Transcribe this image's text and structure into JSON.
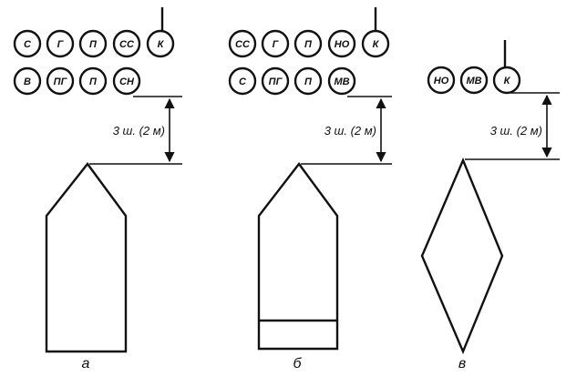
{
  "panels": [
    {
      "caption": "а",
      "circles_row1": [
        "С",
        "Г",
        "П",
        "СС",
        "К"
      ],
      "circles_row2": [
        "В",
        "ПГ",
        "П",
        "СН"
      ],
      "dimension_label": "3 ш. (2 м)"
    },
    {
      "caption": "б",
      "circles_row1": [
        "СС",
        "Г",
        "П",
        "НО",
        "К"
      ],
      "circles_row2": [
        "С",
        "ПГ",
        "П",
        "МВ"
      ],
      "dimension_label": "3 ш. (2 м)"
    },
    {
      "caption": "в",
      "circles_row1": [
        "НО",
        "МВ",
        "К"
      ],
      "circles_row2": [],
      "dimension_label": "3 ш. (2 м)"
    }
  ]
}
